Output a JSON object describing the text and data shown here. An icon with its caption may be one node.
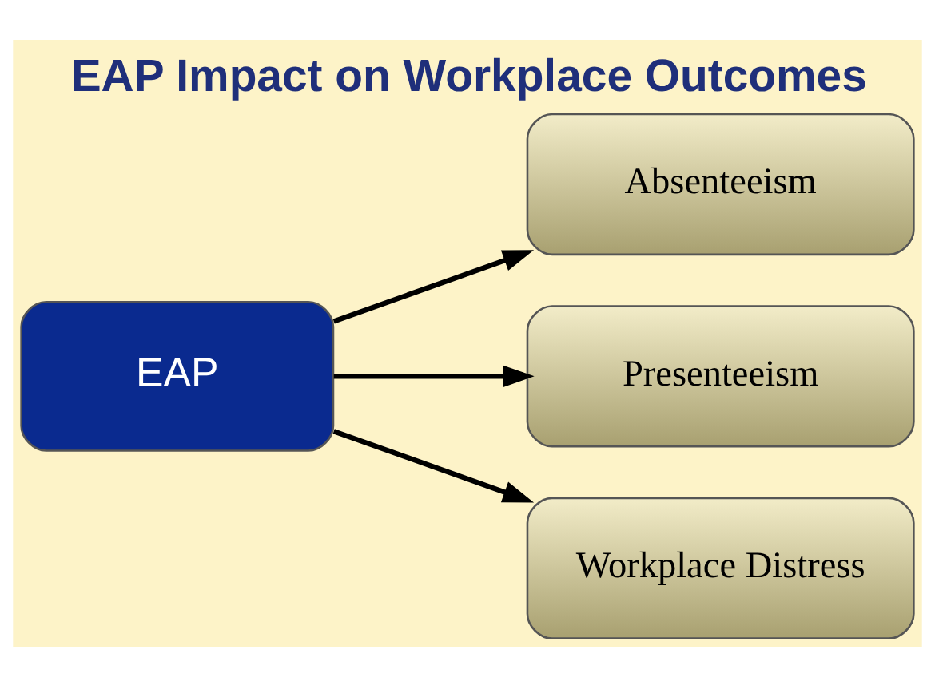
{
  "diagram": {
    "title": "EAP Impact on Workplace Outcomes",
    "nodes": [
      {
        "text": [
          "EAP"
        ]
      },
      {
        "text": [
          "Absenteeism"
        ]
      },
      {
        "text": [
          "Presenteeism"
        ]
      },
      {
        "text": [
          "Workplace Distress"
        ]
      }
    ],
    "edges": [
      {
        "from": 0,
        "to": 1,
        "arrow": "to"
      },
      {
        "from": 0,
        "to": 2,
        "arrow": "to"
      },
      {
        "from": 0,
        "to": 3,
        "arrow": "to"
      }
    ]
  }
}
